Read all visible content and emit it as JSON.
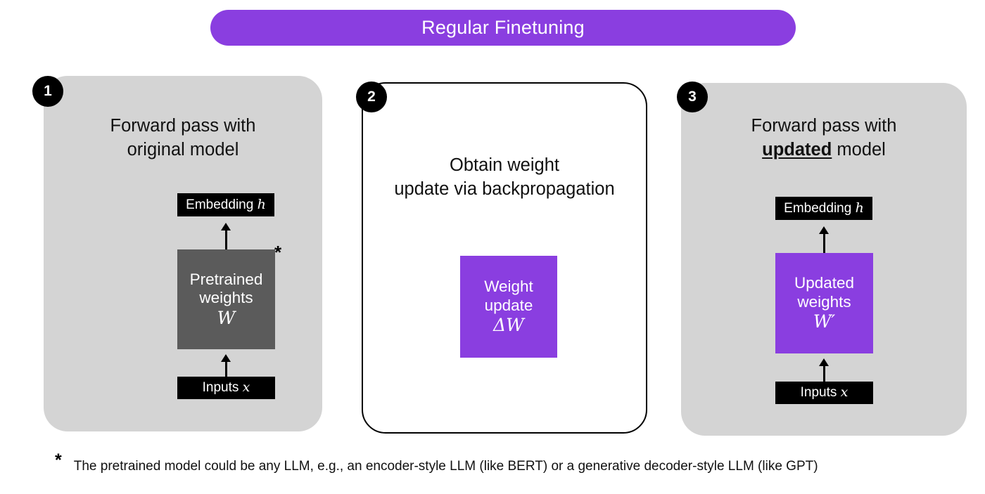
{
  "title": {
    "text": "Regular Finetuning",
    "background_color": "#8a3ee0",
    "text_color": "#ffffff"
  },
  "colors": {
    "accent_purple": "#8a3ee0",
    "panel_grey": "#d4d4d4",
    "pretrained_grey": "#5b5b5b",
    "black": "#000000",
    "white": "#ffffff"
  },
  "panels": [
    {
      "number": "1",
      "heading": "Forward pass with\noriginal model",
      "background": "#d4d4d4",
      "boxes": {
        "embedding": {
          "label": "Embedding",
          "symbol": "h"
        },
        "weights": {
          "line1": "Pretrained",
          "line2": "weights",
          "symbol": "W",
          "color": "#5b5b5b"
        },
        "inputs": {
          "label": "Inputs",
          "symbol": "x"
        }
      },
      "footnote_marker": "*"
    },
    {
      "number": "2",
      "heading": "Obtain weight\nupdate via backpropagation",
      "background": "#ffffff",
      "boxes": {
        "update": {
          "line1": "Weight",
          "line2": "update",
          "symbol": "ΔW",
          "color": "#8a3ee0"
        }
      }
    },
    {
      "number": "3",
      "heading_part1": "Forward pass with",
      "heading_emphasis": "updated",
      "heading_part3": " model",
      "background": "#d4d4d4",
      "boxes": {
        "embedding": {
          "label": "Embedding",
          "symbol": "h"
        },
        "weights": {
          "line1": "Updated",
          "line2": "weights",
          "symbol": "W′",
          "color": "#8a3ee0"
        },
        "inputs": {
          "label": "Inputs",
          "symbol": "x"
        }
      }
    }
  ],
  "footnote": {
    "marker": "*",
    "text": "The pretrained model could be any LLM, e.g., an encoder-style LLM (like BERT) or a generative decoder-style LLM (like GPT)"
  }
}
